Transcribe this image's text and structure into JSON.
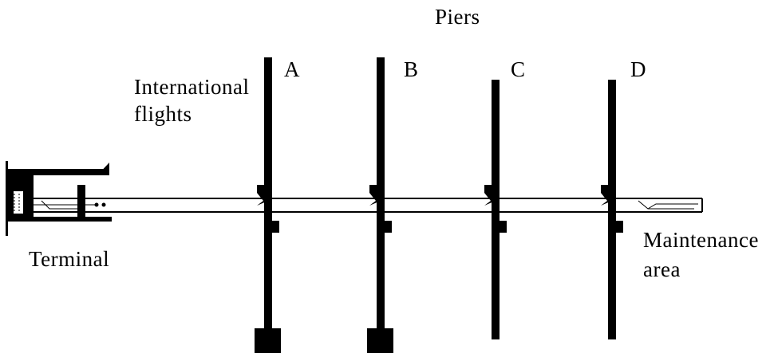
{
  "title": "Piers",
  "piers": [
    {
      "label": "A"
    },
    {
      "label": "B"
    },
    {
      "label": "C"
    },
    {
      "label": "D"
    }
  ],
  "labels": {
    "international_line1": "International",
    "international_line2": "flights",
    "terminal": "Terminal",
    "maintenance_line1": "Maintenance",
    "maintenance_line2": "area"
  },
  "colors": {
    "ink": "#000000",
    "background": "#ffffff"
  }
}
